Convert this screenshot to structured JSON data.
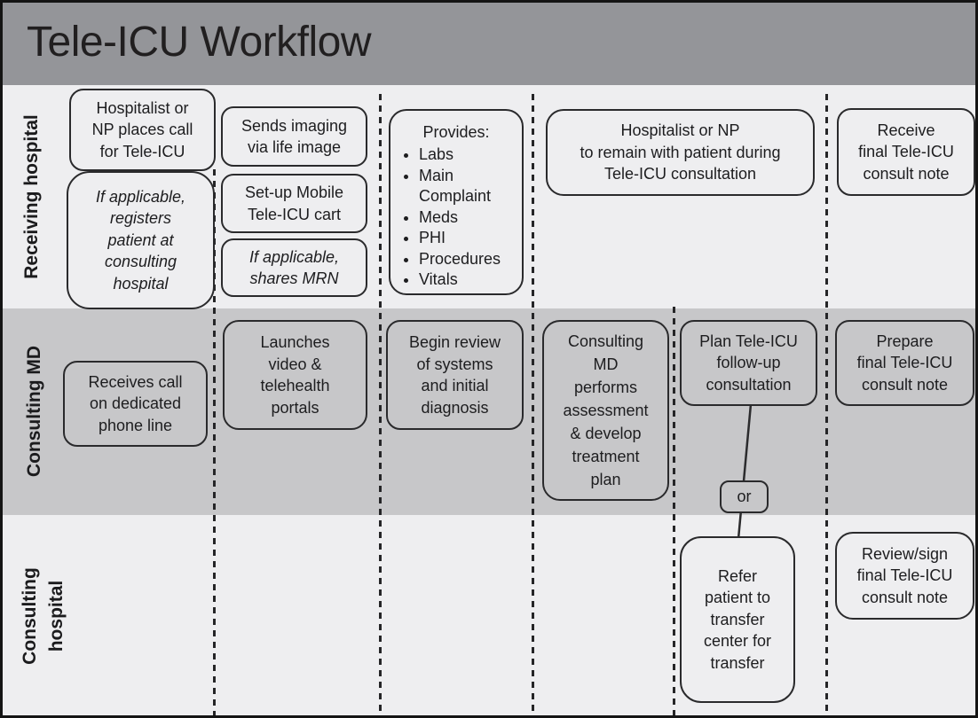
{
  "title": "Tele-ICU Workflow",
  "or_label": "or",
  "colors": {
    "header_bg": "#949599",
    "lane_light": "#eeeef0",
    "lane_mid": "#c7c7c9",
    "node_border": "#2a2a2c",
    "text": "#1d1d1f"
  },
  "lanes": [
    {
      "id": "receiving-hospital",
      "label": "Receiving hospital"
    },
    {
      "id": "consulting-md",
      "label": "Consulting MD"
    },
    {
      "id": "consulting-hospital",
      "label": "Consulting hospital"
    }
  ],
  "nodes": {
    "hospitalist_places_call": "Hospitalist or\nNP places call\nfor Tele-ICU",
    "registers_patient": "If applicable,\nregisters\npatient at\nconsulting\nhospital",
    "sends_imaging": "Sends imaging\nvia life image",
    "setup_cart": "Set-up Mobile\nTele-ICU cart",
    "shares_mrn": "If applicable,\nshares MRN",
    "provides": {
      "title": "Provides:",
      "items": [
        "Labs",
        "Main Complaint",
        "Meds",
        "PHI",
        "Procedures",
        "Vitals"
      ]
    },
    "remain_with_patient": "Hospitalist or NP\nto remain with patient during\nTele-ICU consultation",
    "receive_final_note": "Receive\nfinal Tele-ICU\nconsult note",
    "receives_call": "Receives call\non dedicated\nphone line",
    "launches_video": "Launches\nvideo &\ntelehealth\nportals",
    "begin_review": "Begin review\nof systems\nand initial\ndiagnosis",
    "performs_assessment": "Consulting\nMD\nperforms\nassessment\n& develop\ntreatment\nplan",
    "plan_followup": "Plan Tele-ICU\nfollow-up\nconsultation",
    "prepare_final_note": "Prepare\nfinal Tele-ICU\nconsult note",
    "refer_patient": "Refer\npatient to\ntransfer\ncenter for\ntransfer",
    "review_sign_note": "Review/sign\nfinal Tele-ICU\nconsult note"
  }
}
